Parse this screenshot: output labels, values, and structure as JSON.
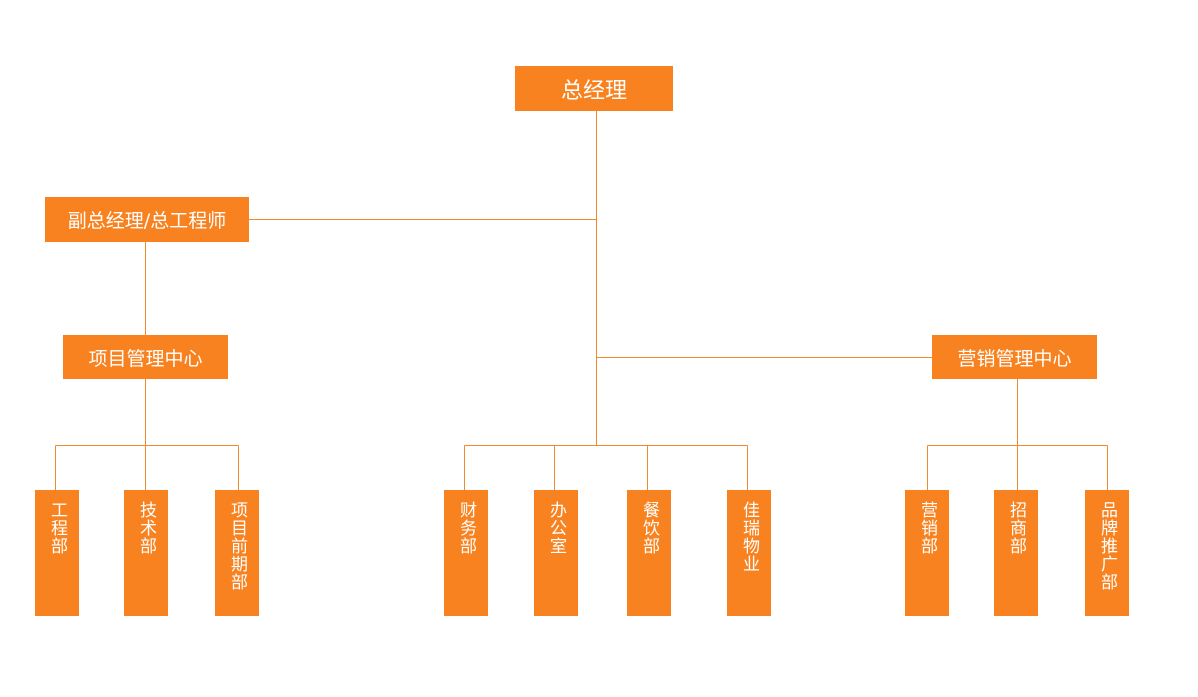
{
  "org": {
    "gm": "总经理",
    "deputy": "副总经理/总工程师",
    "project_center": "项目管理中心",
    "marketing_center": "营销管理中心",
    "project_depts": [
      "工程部",
      "技术部",
      "项目前期部"
    ],
    "admin_depts": [
      "财务部",
      "办公室",
      "餐饮部",
      "佳瑞物业"
    ],
    "marketing_depts": [
      "营销部",
      "招商部",
      "品牌推广部"
    ]
  },
  "colors": {
    "node_fill": "#f7821f",
    "line": "#f08a2c",
    "text": "#ffffff"
  }
}
